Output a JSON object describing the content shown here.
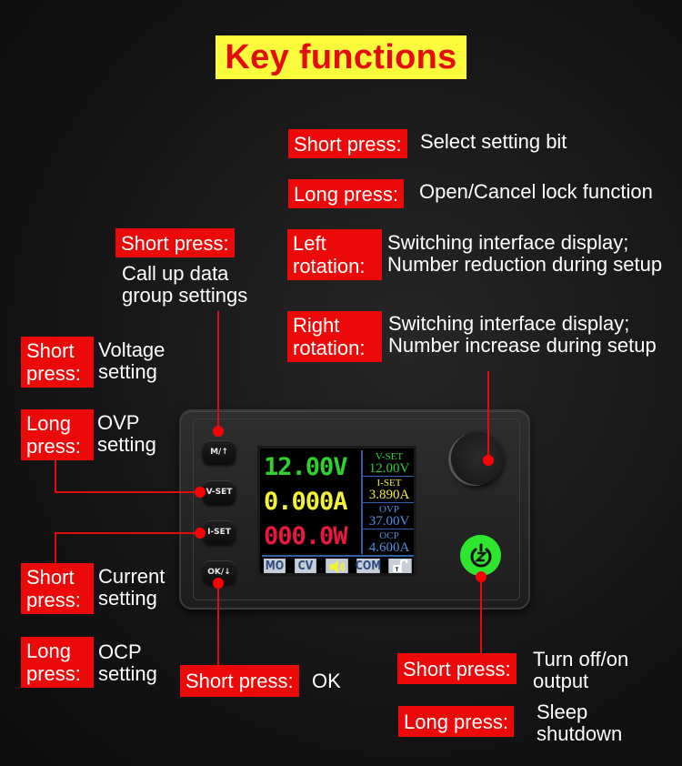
{
  "title": "Key functions",
  "encoder": {
    "short_press": {
      "tag": "Short press:",
      "desc": "Select setting bit"
    },
    "long_press": {
      "tag": "Long press:",
      "desc": "Open/Cancel lock function"
    },
    "left_rotation": {
      "tag": [
        "Left",
        "rotation:"
      ],
      "desc": [
        "Switching interface display;",
        "Number reduction during setup"
      ]
    },
    "right_rotation": {
      "tag": [
        "Right",
        "rotation:"
      ],
      "desc": [
        "Switching interface display;",
        "Number increase during setup"
      ]
    }
  },
  "m_button": {
    "tag": "Short press:",
    "desc": [
      "Call up data",
      "group settings"
    ]
  },
  "vset_button": {
    "short_press": {
      "tag": [
        "Short",
        "press:"
      ],
      "desc": [
        "Voltage",
        "setting"
      ]
    },
    "long_press": {
      "tag": [
        "Long",
        "press:"
      ],
      "desc": [
        "OVP",
        "setting"
      ]
    }
  },
  "iset_button": {
    "short_press": {
      "tag": [
        "Short",
        "press:"
      ],
      "desc": [
        "Current",
        "setting"
      ]
    },
    "long_press": {
      "tag": [
        "Long",
        "press:"
      ],
      "desc": [
        "OCP",
        "setting"
      ]
    }
  },
  "ok_button": {
    "tag": "Short press:",
    "desc": "OK"
  },
  "power_button": {
    "short_press": {
      "tag": "Short press:",
      "desc": [
        "Turn off/on",
        "output"
      ]
    },
    "long_press": {
      "tag": "Long press:",
      "desc": [
        "Sleep",
        "shutdown"
      ]
    }
  },
  "device": {
    "buttons": [
      "M/↑",
      "V-SET",
      "I-SET",
      "OK/↓"
    ],
    "screen": {
      "voltage": "12.00V",
      "current": "0.000A",
      "power": "000.0W",
      "v_set": {
        "label": "V-SET",
        "value": "12.00V"
      },
      "i_set": {
        "label": "I-SET",
        "value": "3.890A"
      },
      "ovp": {
        "label": "OVP",
        "value": "37.00V"
      },
      "ocp": {
        "label": "OCP",
        "value": "4.600A"
      },
      "status": [
        "MO",
        "CV",
        "COM"
      ],
      "icons": [
        "speaker-icon",
        "unlock-icon"
      ]
    }
  },
  "colors": {
    "title_bg": "#fcfc3c",
    "title_text": "#e30d0d",
    "tag_bg": "#ec0909",
    "voltage": "#2fd12f",
    "current": "#f2f23a",
    "power": "#e8193c",
    "power_button": "#2ee62e"
  }
}
